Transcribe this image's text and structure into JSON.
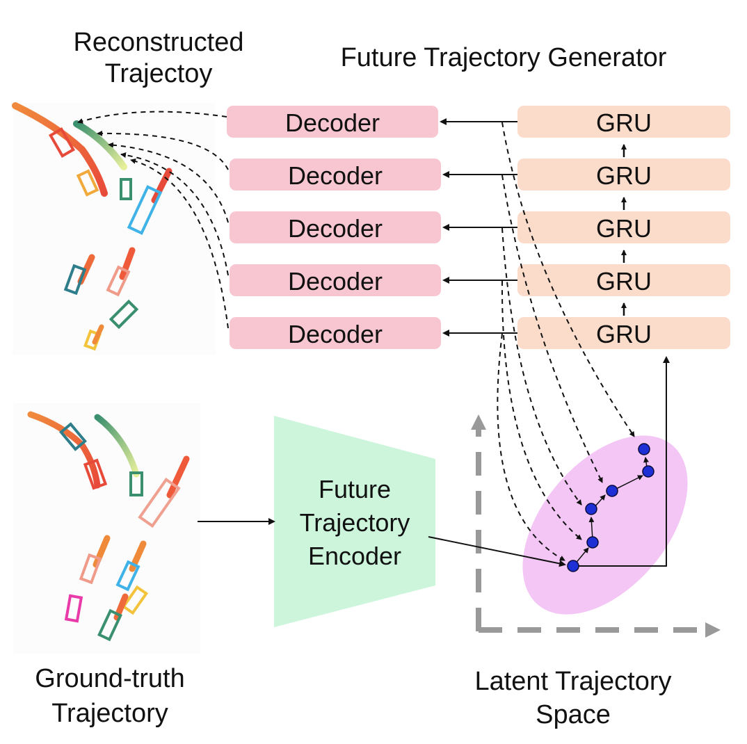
{
  "labels": {
    "reconstructed_line1": "Reconstructed",
    "reconstructed_line2": "Trajectoy",
    "generator_title": "Future Trajectory Generator",
    "ground_truth_line1": "Ground-truth",
    "ground_truth_line2": "Trajectory",
    "encoder_line1": "Future",
    "encoder_line2": "Trajectory",
    "encoder_line3": "Encoder",
    "latent_line1": "Latent Trajectory",
    "latent_line2": "Space"
  },
  "decoders": [
    {
      "label": "Decoder"
    },
    {
      "label": "Decoder"
    },
    {
      "label": "Decoder"
    },
    {
      "label": "Decoder"
    },
    {
      "label": "Decoder"
    }
  ],
  "grus": [
    {
      "label": "GRU"
    },
    {
      "label": "GRU"
    },
    {
      "label": "GRU"
    },
    {
      "label": "GRU"
    },
    {
      "label": "GRU"
    }
  ],
  "colors": {
    "decoder_fill": "#f7c6d0",
    "gru_fill": "#fbdccb",
    "encoder_fill": "#ccf5dc",
    "latent_ellipse": "#f3c6f5",
    "latent_point": "#1e2fd6",
    "axis_gray": "#999999"
  }
}
